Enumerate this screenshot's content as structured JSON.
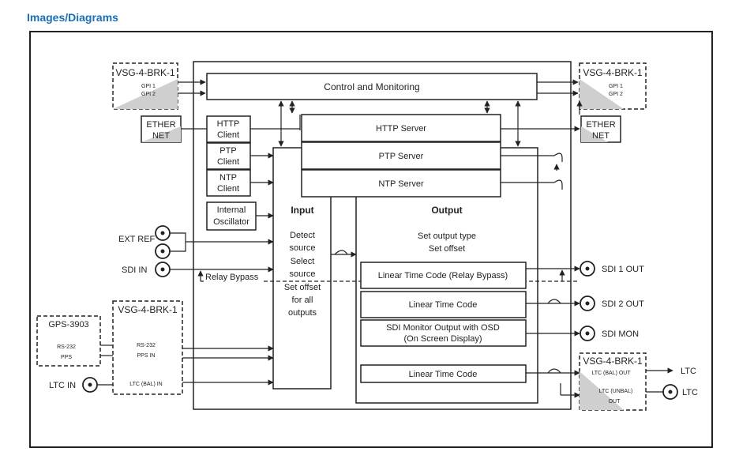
{
  "page": {
    "title": "Images/Diagrams"
  },
  "diagram": {
    "brk_top_left": {
      "title": "VSG-4-BRK-1",
      "gpi1": "GPI 1",
      "gpi2": "GPI 2"
    },
    "brk_top_right": {
      "title": "VSG-4-BRK-1",
      "gpi1": "GPI 1",
      "gpi2": "GPI 2"
    },
    "brk_mid_left": {
      "title": "VSG-4-BRK-1",
      "rs232": "RS-232",
      "pps_in": "PPS IN",
      "ltc_bal_in": "LTC (BAL) IN"
    },
    "brk_bottom_right": {
      "title": "VSG-4-BRK-1",
      "ltc_bal_out": "LTC (BAL) OUT",
      "ltc_unbal": "LTC (UNBAL)",
      "out": "OUT"
    },
    "ethernet_left": {
      "line1": "ETHER",
      "line2": "NET"
    },
    "ethernet_right": {
      "line1": "ETHER",
      "line2": "NET"
    },
    "control_monitoring": "Control and Monitoring",
    "http_client": {
      "line1": "HTTP",
      "line2": "Client"
    },
    "ptp_client": {
      "line1": "PTP",
      "line2": "Client"
    },
    "ntp_client": {
      "line1": "NTP",
      "line2": "Client"
    },
    "internal_osc": {
      "line1": "Internal",
      "line2": "Oscillator"
    },
    "http_server": "HTTP Server",
    "ptp_server": "PTP Server",
    "ntp_server": "NTP Server",
    "input": {
      "title": "Input",
      "lines": [
        "Detect",
        "source",
        "Select",
        "source",
        "Set offset",
        "for all",
        "outputs"
      ]
    },
    "output": {
      "title": "Output",
      "line1": "Set output type",
      "line2": "Set offset"
    },
    "ltc_relay_bypass": "Linear Time Code (Relay Bypass)",
    "ltc_2": "Linear Time Code",
    "sdi_monitor": {
      "line1": "SDI Monitor Output with OSD",
      "line2": "(On Screen Display)"
    },
    "ltc_4": "Linear Time Code",
    "ext_ref": "EXT REF",
    "sdi_in": "SDI IN",
    "relay_bypass": "Relay Bypass",
    "gps": {
      "title": "GPS-3903",
      "rs232": "RS-232",
      "pps": "PPS"
    },
    "ltc_in": "LTC IN",
    "sdi1_out": "SDI 1 OUT",
    "sdi2_out": "SDI 2 OUT",
    "sdi_mon": "SDI MON",
    "ltc_out_bal": "LTC",
    "ltc_out_unbal": "LTC"
  }
}
